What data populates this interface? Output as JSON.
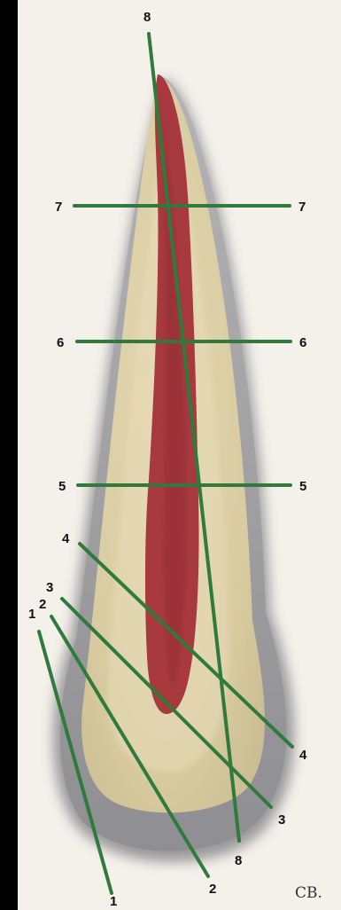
{
  "colors": {
    "background": "#000000",
    "paper": "#f4f0ea",
    "tooth_body": "#ddd0a6",
    "root_canal": "#a83a3f",
    "shadow": "#8a8a8e",
    "section_lines": "#2f7a3c",
    "labels": "#111111"
  },
  "labels": {
    "line_8_top": "8",
    "line_7_left": "7",
    "line_7_right": "7",
    "line_6_left": "6",
    "line_6_right": "6",
    "line_5_left": "5",
    "line_5_right": "5",
    "line_4_top": "4",
    "line_4_bottom": "4",
    "line_3_top": "3",
    "line_3_bottom": "3",
    "line_2_top": "2",
    "line_2_bottom": "2",
    "line_1_top": "1",
    "line_1_bottom": "1",
    "line_8_bottom": "8"
  },
  "signature": "CB."
}
